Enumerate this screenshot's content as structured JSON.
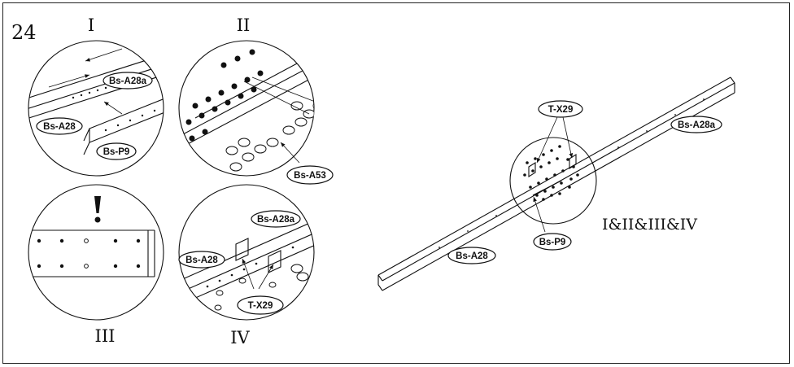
{
  "step_number": "24",
  "panels": [
    {
      "numeral": "I",
      "labels": [
        "Bs-A28a",
        "Bs-A28",
        "Bs-P9"
      ]
    },
    {
      "numeral": "II",
      "labels": [
        "Bs-A53"
      ]
    },
    {
      "numeral": "III",
      "labels": []
    },
    {
      "numeral": "IV",
      "labels": [
        "Bs-A28a",
        "Bs-A28",
        "T-X29"
      ]
    }
  ],
  "overview": {
    "combined_label": "I&II&III&IV",
    "labels": [
      "T-X29",
      "Bs-A28a",
      "Bs-P9",
      "Bs-A28"
    ]
  }
}
